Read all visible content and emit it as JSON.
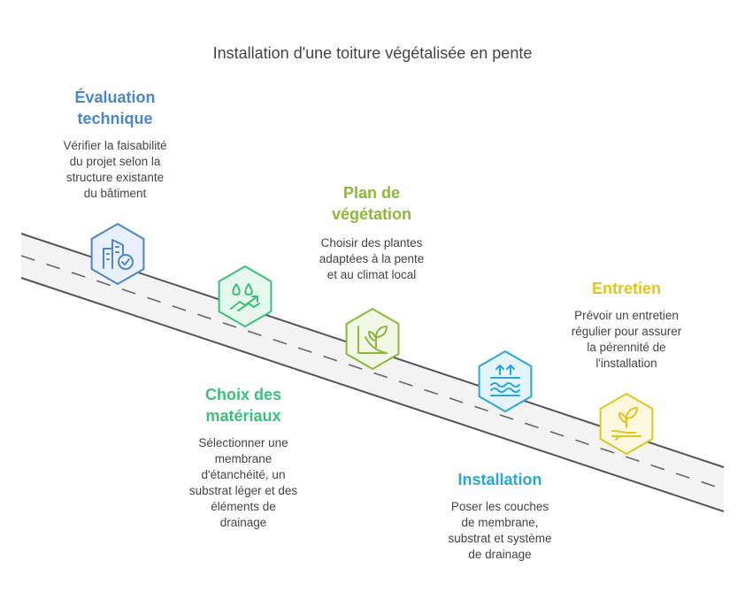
{
  "title": "Installation d'une toiture végétalisée en pente",
  "steps": [
    {
      "title_lines": [
        "Évaluation",
        "technique"
      ],
      "desc_lines": [
        "Vérifier la faisabilité",
        "du projet selon la",
        "structure existante",
        "du bâtiment"
      ],
      "color": "#4A86C8",
      "fill": "#E8F1FB",
      "icon": "building-check-icon"
    },
    {
      "title_lines": [
        "Choix des",
        "matériaux"
      ],
      "desc_lines": [
        "Sélectionner une",
        "membrane",
        "d'étanchéité, un",
        "substrat léger et des",
        "éléments de",
        "drainage"
      ],
      "color": "#3DBE7A",
      "fill": "#E6F7EE",
      "icon": "drops-growth-icon"
    },
    {
      "title_lines": [
        "Plan de",
        "végétation"
      ],
      "desc_lines": [
        "Choisir des plantes",
        "adaptées à la pente",
        "et au climat local"
      ],
      "color": "#8CB83A",
      "fill": "#F1F7E4",
      "icon": "plant-slope-icon"
    },
    {
      "title_lines": [
        "Installation"
      ],
      "desc_lines": [
        "Poser les couches",
        "de membrane,",
        "substrat et système",
        "de drainage"
      ],
      "color": "#29A8D8",
      "fill": "#E4F4FB",
      "icon": "water-layers-icon"
    },
    {
      "title_lines": [
        "Entretien"
      ],
      "desc_lines": [
        "Prévoir un entretien",
        "régulier pour assurer",
        "la pérennité de",
        "l'installation"
      ],
      "color": "#E3C41E",
      "fill": "#FCF8E0",
      "icon": "plant-hand-icon"
    }
  ]
}
